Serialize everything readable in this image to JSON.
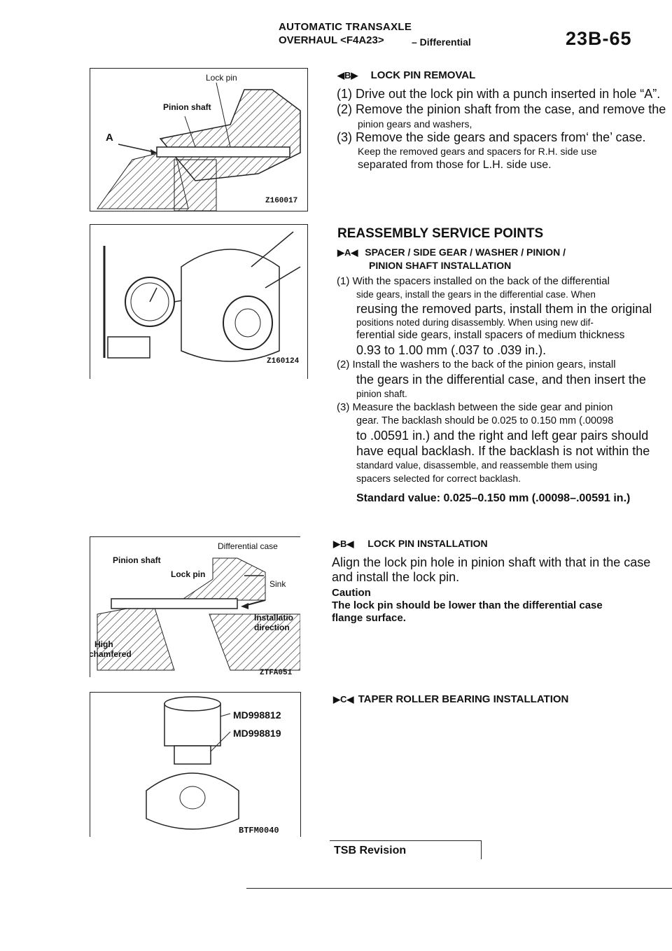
{
  "header": {
    "title_line1": "AUTOMATIC TRANSAXLE",
    "title_line2": "OVERHAUL <F4A23>",
    "section": "– Differential",
    "page_number": "23B-65"
  },
  "figures": {
    "fig1": {
      "label_lock_pin": "Lock pin",
      "label_pinion_shaft": "Pinion shaft",
      "label_a": "A",
      "code": "Z160017"
    },
    "fig2": {
      "code": "Z160124"
    },
    "fig3": {
      "label_diff_case": "Differential case",
      "label_pinion_shaft": "Pinion shaft",
      "label_lock_pin": "Lock pin",
      "label_sink": "Sink",
      "label_installation": "Installatio",
      "label_direction": "direction",
      "label_high": "High",
      "label_chamfered": "chamfered",
      "code": "ZTFA051"
    },
    "fig4": {
      "tool1": "MD998812",
      "tool2": "MD998819",
      "code": "BTFM0040"
    }
  },
  "sections": {
    "lock_pin_removal": {
      "marker": "◀B▶",
      "title": "LOCK PIN REMOVAL",
      "lines": [
        "(1) Drive out the lock pin with a punch inserted in hole “A”.",
        "(2) Remove the pinion shaft from the case, and remove the",
        "pinion gears and washers,",
        "(3) Remove the side gears and spacers from‘ the’ case.",
        "Keep the removed gears and spacers for R.H. side use",
        "separated from those for L.H. side use."
      ]
    },
    "reassembly": {
      "title": "REASSEMBLY SERVICE POINTS",
      "sub_marker": "▶A◀",
      "sub_title_1": "SPACER / SIDE GEAR / WASHER / PINION /",
      "sub_title_2": "PINION SHAFT INSTALLATION",
      "lines": [
        "(1) With the spacers installed on the back of the differential",
        "side gears, install the gears in the differential case. When",
        "reusing the removed parts, install them in the original",
        "positions noted during disassembly. When using new dif-",
        "ferential side gears, install spacers of medium thickness",
        "0.93 to 1.00 mm (.037 to .039 in.).",
        "(2) Install the washers to the back of the pinion gears, install",
        "the gears in the differential case, and then insert the",
        "pinion shaft.",
        "(3) Measure the backlash between the side gear and pinion",
        "gear. The backlash should be 0.025 to 0.150 mm (.00098",
        "to .00591 in.) and the right and left gear pairs should",
        "have equal backlash. If the backlash is not within the",
        "standard value, disassemble, and reassemble them using",
        "spacers selected for correct backlash."
      ],
      "standard_value": "Standard value: 0.025–0.150 mm (.00098–.00591 in.)"
    },
    "lock_pin_installation": {
      "marker": "▶B◀",
      "title": "LOCK PIN INSTALLATION",
      "lines": [
        "Align the lock pin hole in pinion shaft with that in the case",
        "and install the lock pin."
      ],
      "caution_label": "Caution",
      "caution_lines": [
        "The lock pin should be lower than the differential case",
        "flange surface."
      ]
    },
    "taper_bearing": {
      "marker": "▶C◀",
      "title": "TAPER ROLLER BEARING INSTALLATION"
    }
  },
  "footer": {
    "tsb": "TSB Revision"
  }
}
